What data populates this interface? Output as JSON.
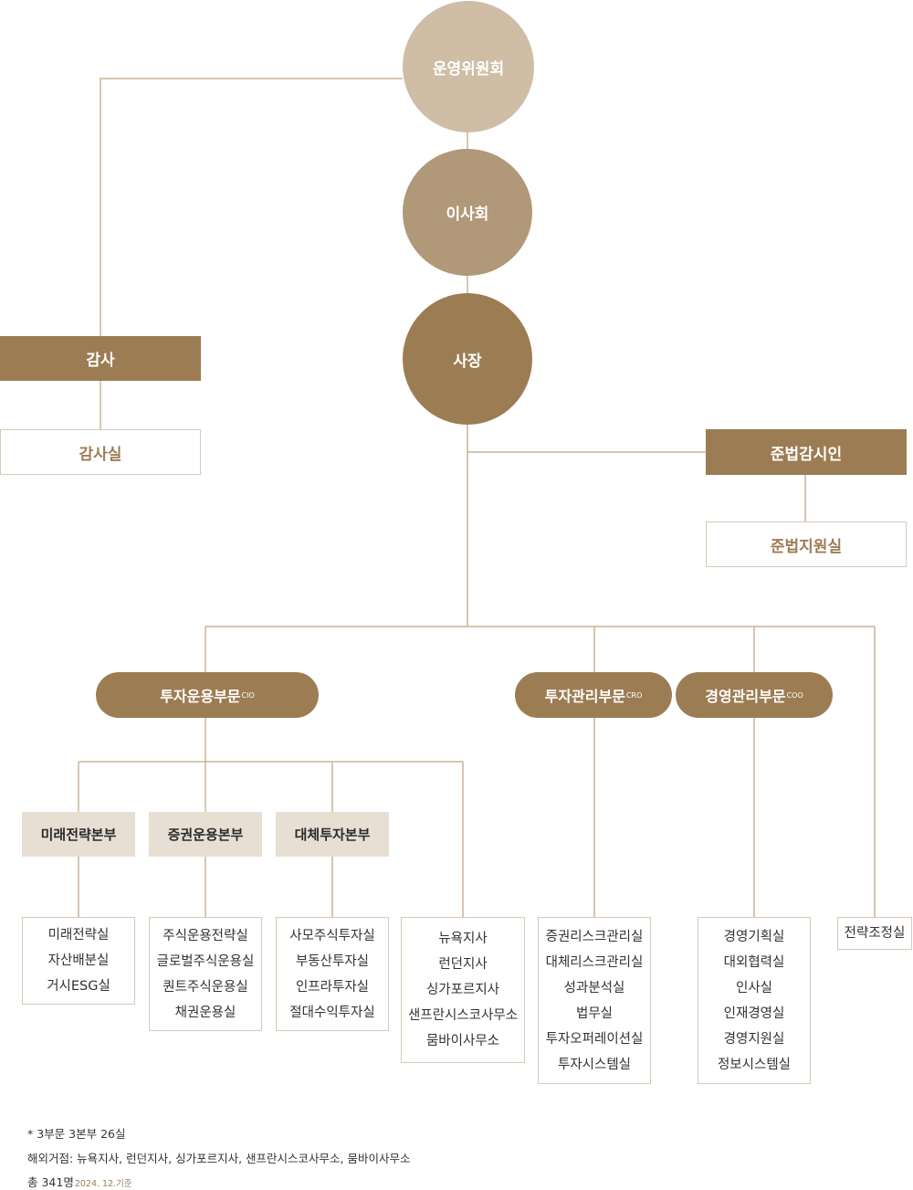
{
  "committee": "운영위원회",
  "board": "이사회",
  "ceo": "사장",
  "audit": {
    "title": "감사",
    "office": "감사실"
  },
  "compliance": {
    "title": "준법감시인",
    "office": "준법지원실"
  },
  "divisions": {
    "cio": {
      "name": "투자운용부문",
      "suffix": "CIO"
    },
    "cro": {
      "name": "투자관리부문",
      "suffix": "CRO"
    },
    "coo": {
      "name": "경영관리부문",
      "suffix": "COO"
    }
  },
  "headquarters": [
    "미래전략본부",
    "증권운용본부",
    "대체투자본부"
  ],
  "teams": {
    "future": [
      "미래전략실",
      "자산배분실",
      "거시ESG실"
    ],
    "securities": [
      "주식운용전략실",
      "글로벌주식운용실",
      "퀀트주식운용실",
      "채권운용실"
    ],
    "alternative": [
      "사모주식투자실",
      "부동산투자실",
      "인프라투자실",
      "절대수익투자실"
    ],
    "overseas": [
      "뉴욕지사",
      "런던지사",
      "싱가포르지사",
      "샌프란시스코사무소",
      "뭄바이사무소"
    ],
    "risk": [
      "증권리스크관리실",
      "대체리스크관리실",
      "성과분석실",
      "법무실",
      "투자오퍼레이션실",
      "투자시스템실"
    ],
    "management": [
      "경영기획실",
      "대외협력실",
      "인사실",
      "인재경영실",
      "경영지원실",
      "정보시스템실"
    ],
    "strategy": [
      "전략조정실"
    ]
  },
  "footnotes": {
    "summary": "* 3부문 3본부 26실",
    "overseas": "해외거점: 뉴욕지사, 런던지사, 싱가포르지사, 샌프란시스코사무소, 뭄바이사무소",
    "total": "총 341명",
    "date": "2024. 12.기준"
  },
  "colors": {
    "dark": "#9c7d53",
    "mid": "#b09878",
    "light": "#cfbda5",
    "pale": "#e7dfd4",
    "line": "#c9b49a"
  }
}
